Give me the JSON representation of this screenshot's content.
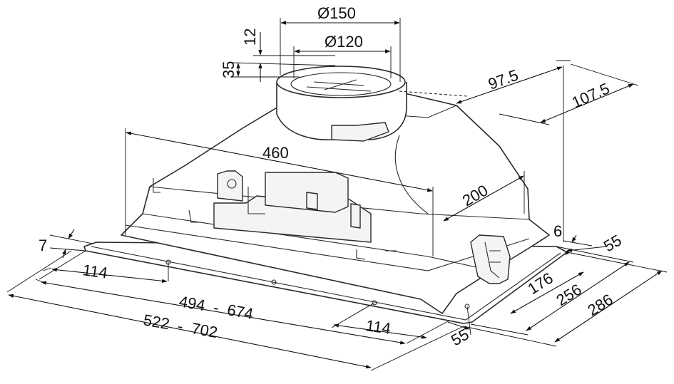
{
  "dimensions": {
    "d150": "Ø150",
    "d120": "Ø120",
    "h12": "12",
    "h35": "35",
    "d97_5": "97.5",
    "d107_5": "107.5",
    "w460": "460",
    "d200": "200",
    "d7": "7",
    "d6": "6",
    "d55_right": "55",
    "d55_front": "55",
    "d114_left": "114",
    "d114_right": "114",
    "w494_674": "494  -  674",
    "w522_702": "522  -  702",
    "d176": "176",
    "d256": "256",
    "d286": "286"
  }
}
